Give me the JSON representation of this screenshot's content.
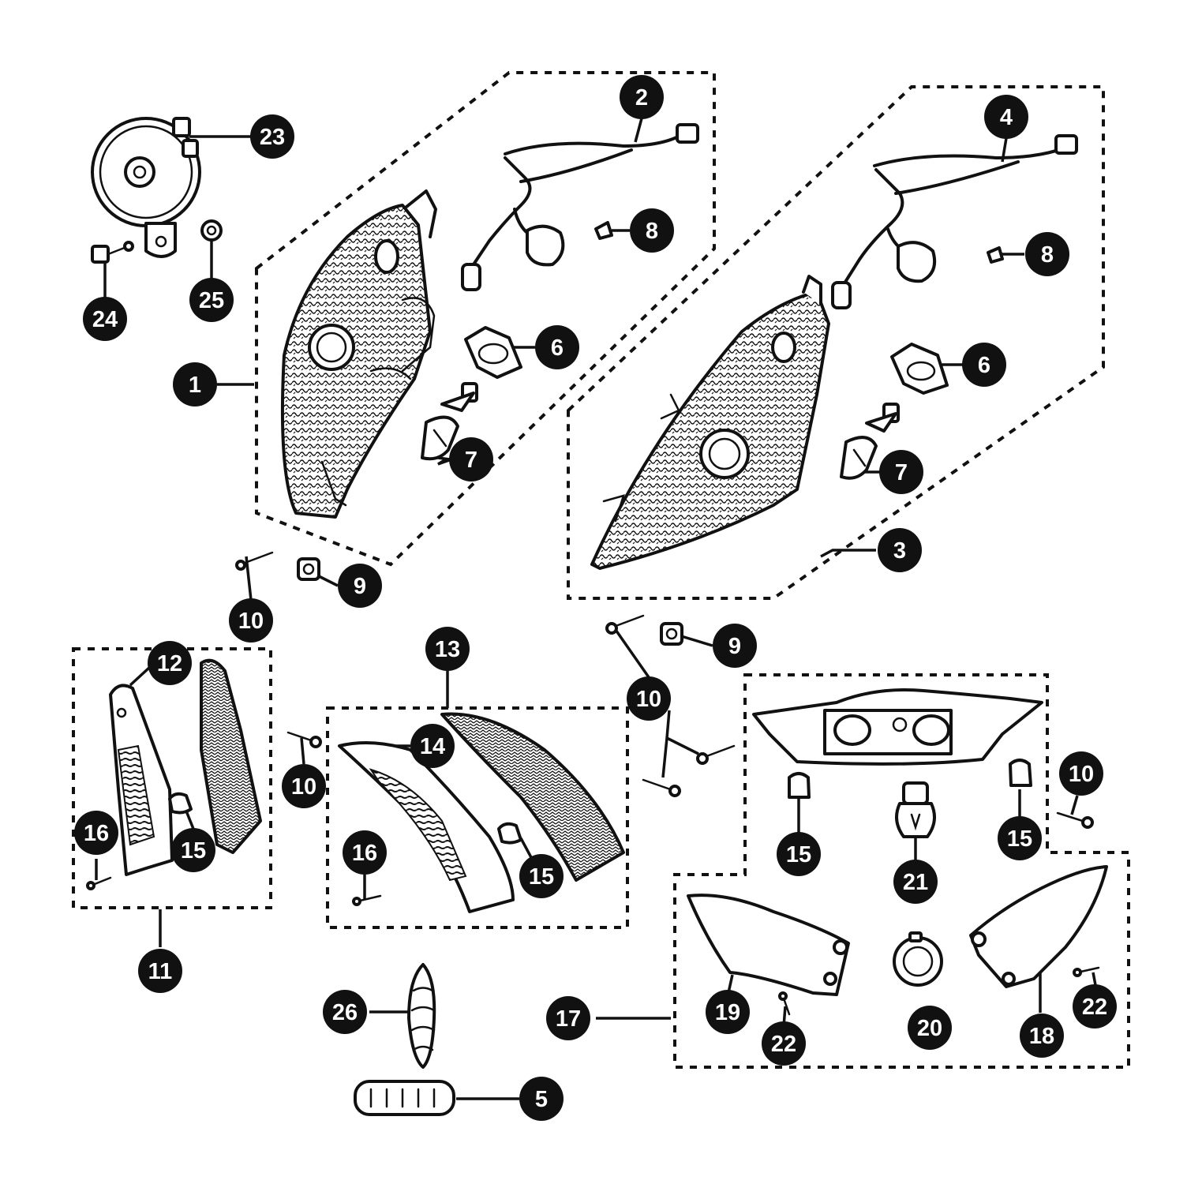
{
  "callouts": [
    {
      "label": "1"
    },
    {
      "label": "2"
    },
    {
      "label": "3"
    },
    {
      "label": "4"
    },
    {
      "label": "5"
    },
    {
      "label": "6"
    },
    {
      "label": "6"
    },
    {
      "label": "7"
    },
    {
      "label": "7"
    },
    {
      "label": "8"
    },
    {
      "label": "8"
    },
    {
      "label": "9"
    },
    {
      "label": "9"
    },
    {
      "label": "10"
    },
    {
      "label": "10"
    },
    {
      "label": "10"
    },
    {
      "label": "10"
    },
    {
      "label": "11"
    },
    {
      "label": "12"
    },
    {
      "label": "13"
    },
    {
      "label": "14"
    },
    {
      "label": "15"
    },
    {
      "label": "15"
    },
    {
      "label": "15"
    },
    {
      "label": "15"
    },
    {
      "label": "16"
    },
    {
      "label": "16"
    },
    {
      "label": "17"
    },
    {
      "label": "18"
    },
    {
      "label": "19"
    },
    {
      "label": "20"
    },
    {
      "label": "21"
    },
    {
      "label": "22"
    },
    {
      "label": "22"
    },
    {
      "label": "23"
    },
    {
      "label": "24"
    },
    {
      "label": "25"
    },
    {
      "label": "26"
    }
  ]
}
